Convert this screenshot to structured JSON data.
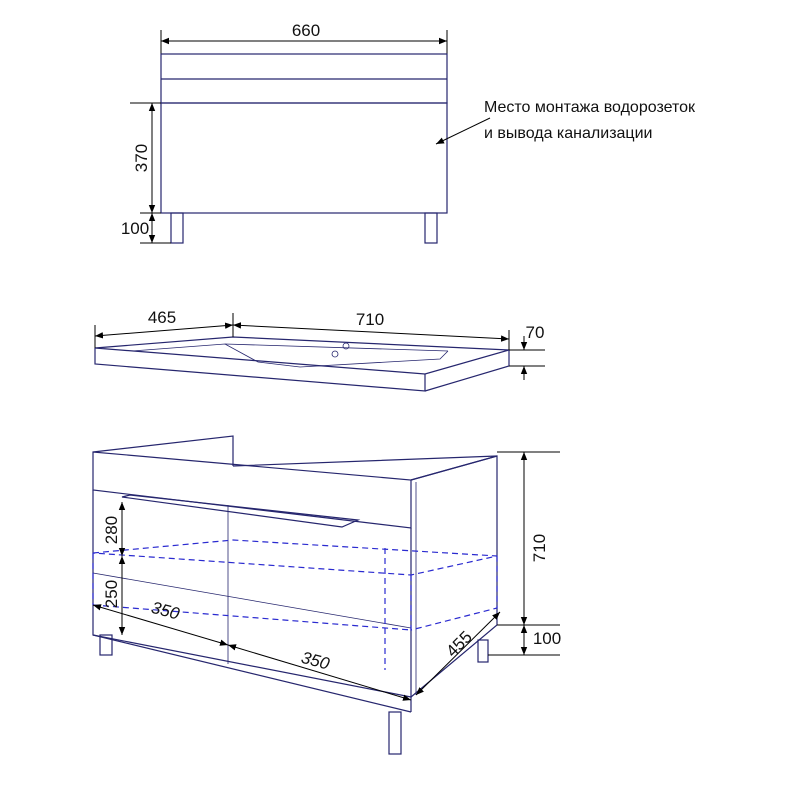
{
  "front_view": {
    "width_label": "660",
    "height_label": "370",
    "leg_label": "100",
    "note_line1": "Место монтажа водорозеток",
    "note_line2": "и вывода канализации"
  },
  "basin_view": {
    "depth_label": "465",
    "width_label": "710",
    "thickness_label": "70"
  },
  "cabinet_view": {
    "drawer_label": "280",
    "shelf_label": "250",
    "left_width_label": "350",
    "right_width_label": "350",
    "depth_label": "455",
    "height_label": "710",
    "leg_label": "100"
  },
  "colors": {
    "outline": "#26266e",
    "dashed": "#2a2ad0",
    "dimension": "#000000"
  }
}
